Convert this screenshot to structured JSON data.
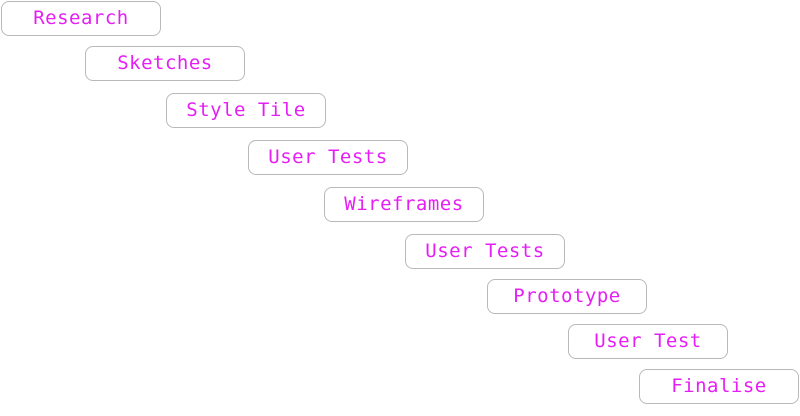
{
  "colors": {
    "label": "#e61ef5",
    "border": "#b9b9b9",
    "background": "#ffffff"
  },
  "steps": [
    {
      "label": "Research"
    },
    {
      "label": "Sketches"
    },
    {
      "label": "Style Tile"
    },
    {
      "label": "User Tests"
    },
    {
      "label": "Wireframes"
    },
    {
      "label": "User Tests"
    },
    {
      "label": "Prototype"
    },
    {
      "label": "User Test"
    },
    {
      "label": "Finalise"
    }
  ]
}
